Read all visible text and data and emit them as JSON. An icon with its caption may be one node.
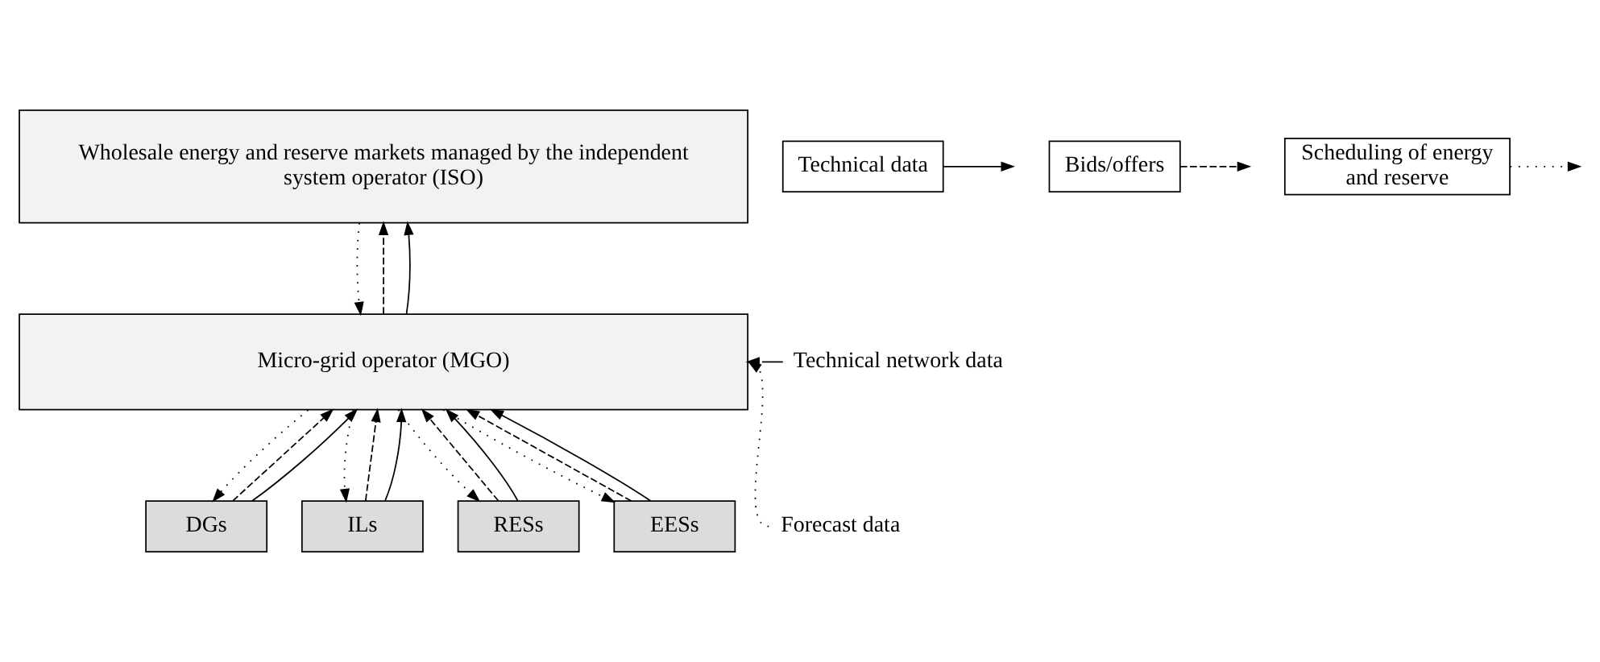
{
  "diagram": {
    "nodes": [
      {
        "text": [
          "Wholesale energy and reserve markets managed by the independent system operator (ISO)"
        ]
      },
      {
        "text": [
          "Micro-grid operator (MGO)"
        ]
      },
      {
        "text": [
          "DGs"
        ]
      },
      {
        "text": [
          "ILs"
        ]
      },
      {
        "text": [
          "RESs"
        ]
      },
      {
        "text": [
          "EESs"
        ]
      },
      {
        "text": [
          "Technical network data"
        ]
      },
      {
        "text": [
          "Forecast data"
        ]
      }
    ],
    "edges": [
      {
        "from": 0,
        "to": 1,
        "arrow": "to",
        "style": "dashed"
      },
      {
        "from": 1,
        "to": 0,
        "arrow": "to",
        "style": "dashed"
      },
      {
        "from": 1,
        "to": 0,
        "arrow": "to"
      },
      {
        "from": 1,
        "to": 2,
        "arrow": "to",
        "style": "dashed"
      },
      {
        "from": 2,
        "to": 1,
        "arrow": "to",
        "style": "dashed"
      },
      {
        "from": 2,
        "to": 1,
        "arrow": "to"
      },
      {
        "from": 1,
        "to": 3,
        "arrow": "to",
        "style": "dashed"
      },
      {
        "from": 3,
        "to": 1,
        "arrow": "to",
        "style": "dashed"
      },
      {
        "from": 3,
        "to": 1,
        "arrow": "to"
      },
      {
        "from": 1,
        "to": 4,
        "arrow": "to",
        "style": "dashed"
      },
      {
        "from": 4,
        "to": 1,
        "arrow": "to",
        "style": "dashed"
      },
      {
        "from": 4,
        "to": 1,
        "arrow": "to"
      },
      {
        "from": 1,
        "to": 5,
        "arrow": "to",
        "style": "dashed"
      },
      {
        "from": 5,
        "to": 1,
        "arrow": "to",
        "style": "dashed"
      },
      {
        "from": 5,
        "to": 1,
        "arrow": "to"
      },
      {
        "from": 6,
        "to": 1,
        "arrow": "to"
      },
      {
        "from": 7,
        "to": 1,
        "arrow": "to",
        "style": "dashed"
      }
    ],
    "legend": [
      {
        "text": "Technical data"
      },
      {
        "text": "Bids/offers"
      },
      {
        "text": "Scheduling of energy and reserve"
      }
    ]
  }
}
